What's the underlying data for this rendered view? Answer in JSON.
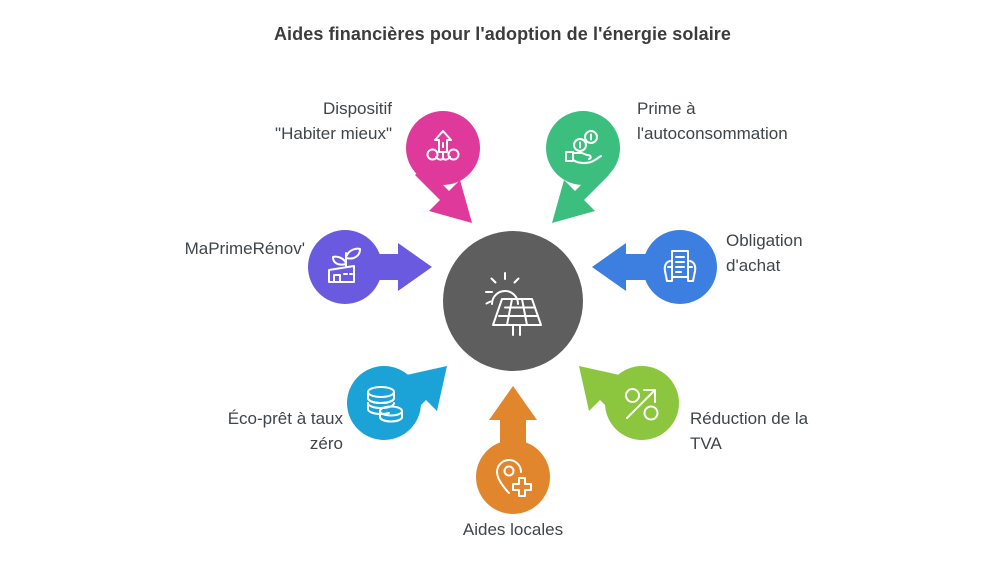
{
  "title": "Aides financières pour l'adoption de l'énergie solaire",
  "hub": {
    "name": "solar-energy-hub",
    "icon": "solar-panel-sun-icon",
    "color": "#5e5e5e",
    "icon_color": "#ffffff"
  },
  "nodes": [
    {
      "id": "dispositif-habiter-mieux",
      "label": "Dispositif\n\"Habiter mieux\"",
      "color": "#e0399c",
      "icon": "house-arrow-up-icon",
      "label_align": "right"
    },
    {
      "id": "prime-autoconsommation",
      "label": "Prime à\nl'autoconsommation",
      "color": "#3cbf7e",
      "icon": "hand-coins-icon",
      "label_align": "left"
    },
    {
      "id": "maprimerenov",
      "label": "MaPrimeRénov'",
      "color": "#6a5ae0",
      "icon": "house-plant-icon",
      "label_align": "right"
    },
    {
      "id": "obligation-achat",
      "label": "Obligation\nd'achat",
      "color": "#3d7fe0",
      "icon": "hands-document-icon",
      "label_align": "left"
    },
    {
      "id": "eco-pret-taux-zero",
      "label": "Éco-prêt à taux\nzéro",
      "color": "#1ba3d8",
      "icon": "coins-stack-icon",
      "label_align": "right"
    },
    {
      "id": "reduction-tva",
      "label": "Réduction de la\nTVA",
      "color": "#8cc63e",
      "icon": "percent-arrow-icon",
      "label_align": "left"
    },
    {
      "id": "aides-locales",
      "label": "Aides locales",
      "color": "#e2862e",
      "icon": "map-pin-plus-icon",
      "label_align": "center"
    }
  ]
}
